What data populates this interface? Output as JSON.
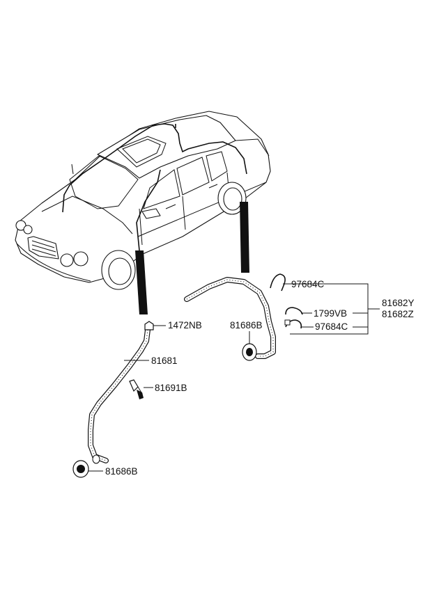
{
  "parts": {
    "p97684c_top": "97684C",
    "p1799vb": "1799VB",
    "p97684c_bottom": "97684C",
    "p81682y": "81682Y",
    "p81682z": "81682Z",
    "p81686b_right": "81686B",
    "p1472nb": "1472NB",
    "p81681": "81681",
    "p81691b": "81691B",
    "p81686b_left": "81686B"
  }
}
